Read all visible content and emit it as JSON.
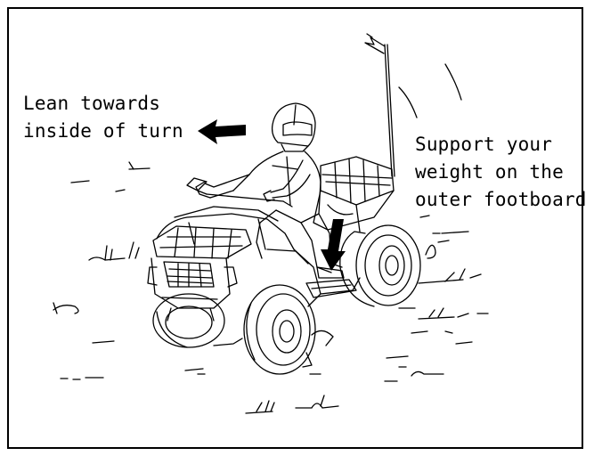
{
  "labels": {
    "lean": [
      "Lean towards",
      "inside of turn"
    ],
    "support": [
      "Support your",
      "weight on the",
      "outer footboard"
    ]
  },
  "colors": {
    "line": "#000000",
    "background": "#ffffff"
  }
}
